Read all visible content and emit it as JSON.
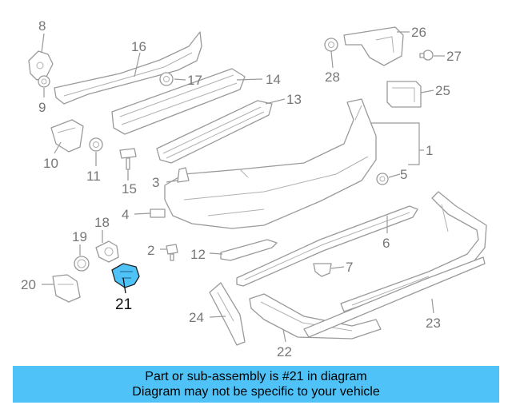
{
  "diagram": {
    "highlighted_part": "21",
    "accent_color": "#4fc3f7",
    "labels": [
      "1",
      "2",
      "3",
      "4",
      "5",
      "6",
      "7",
      "8",
      "9",
      "10",
      "11",
      "12",
      "13",
      "14",
      "15",
      "16",
      "17",
      "18",
      "19",
      "20",
      "21",
      "22",
      "23",
      "24",
      "25",
      "26",
      "27",
      "28"
    ]
  },
  "banner": {
    "line1": "Part or sub-assembly is #21 in diagram",
    "line2": "Diagram may not be specific to your vehicle",
    "background": "#4fc3f7"
  }
}
